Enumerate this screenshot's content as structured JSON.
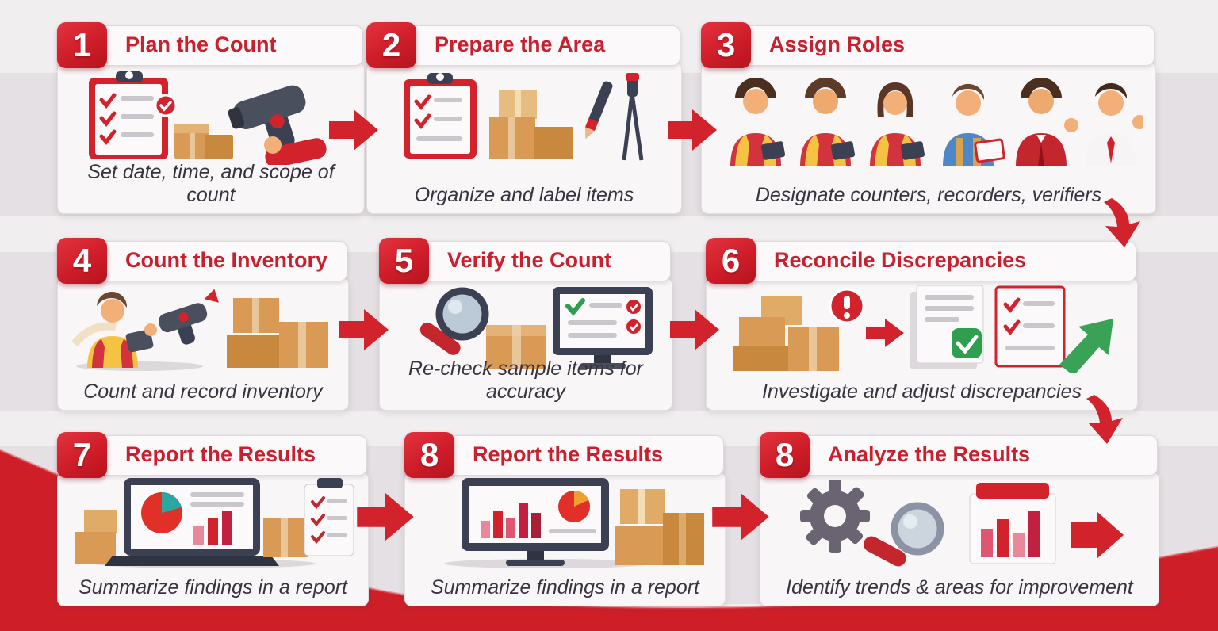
{
  "title": "Inventory Count Process Infographic",
  "steps": [
    {
      "number": "1",
      "title": "Plan the Count",
      "caption": "Set date, time, and scope of count",
      "icons": [
        "clipboard-checklist-icon",
        "boxes-icon",
        "barcode-scanner-icon",
        "hand-icon"
      ]
    },
    {
      "number": "2",
      "title": "Prepare the Area",
      "caption": "Organize and label items",
      "icons": [
        "clipboard-checklist-icon",
        "boxes-icon",
        "marker-icon",
        "label-stand-icon"
      ]
    },
    {
      "number": "3",
      "title": "Assign Roles",
      "caption": "Designate counters, recorders, verifiers",
      "icons": [
        "team-people-icon",
        "tablet-icon"
      ]
    },
    {
      "number": "4",
      "title": "Count the Inventory",
      "caption": "Count and record inventory",
      "icons": [
        "worker-icon",
        "tablet-icon",
        "barcode-scanner-icon",
        "boxes-icon"
      ]
    },
    {
      "number": "5",
      "title": "Verify the Count",
      "caption": "Re-check sample items for accuracy",
      "icons": [
        "magnifier-icon",
        "box-icon",
        "monitor-checklist-icon"
      ]
    },
    {
      "number": "6",
      "title": "Reconcile Discrepancies",
      "caption": "Investigate and adjust discrepancies",
      "icons": [
        "boxes-icon",
        "alert-icon",
        "arrow-right-icon",
        "document-check-icon",
        "document-redcheck-icon",
        "green-arrow-icon"
      ]
    },
    {
      "number": "7",
      "title": "Report the Results",
      "caption": "Summarize findings in a report",
      "icons": [
        "laptop-chart-icon",
        "boxes-icon",
        "clipboard-checklist-icon"
      ]
    },
    {
      "number": "8",
      "title": "Report the Results",
      "caption": "Summarize findings in a report",
      "icons": [
        "monitor-chart-icon",
        "boxes-icon"
      ]
    },
    {
      "number": "8",
      "title": "Analyze the Results",
      "caption": "Identify trends & areas for improvement",
      "icons": [
        "gear-icon",
        "magnifier-icon",
        "chart-board-icon",
        "arrow-right-icon"
      ]
    }
  ],
  "flow": {
    "right_arrows": 6,
    "down_arrows": 2
  },
  "colors": {
    "accent_red": "#d2222c",
    "title_red": "#c8202e",
    "caption_text": "#39333f",
    "background": "#f1eef0",
    "row_band": "#e4e0e3",
    "card_bg": "#f9f6f8",
    "box_tan": "#d89a55",
    "check_green": "#2f9e4f",
    "dark_slate": "#3b4152"
  }
}
